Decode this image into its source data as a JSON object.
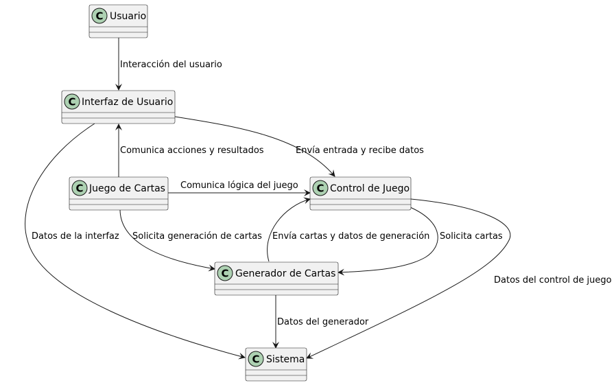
{
  "classes": {
    "usuario": {
      "name": "Usuario",
      "badge": "C"
    },
    "interfaz": {
      "name": "Interfaz de Usuario",
      "badge": "C"
    },
    "juego": {
      "name": "Juego de Cartas",
      "badge": "C"
    },
    "control": {
      "name": "Control de Juego",
      "badge": "C"
    },
    "generador": {
      "name": "Generador de Cartas",
      "badge": "C"
    },
    "sistema": {
      "name": "Sistema",
      "badge": "C"
    }
  },
  "relations": {
    "usuario_interfaz": "Interacción del usuario",
    "juego_interfaz": "Comunica acciones y resultados",
    "interfaz_control": "Envía entrada y recibe datos",
    "juego_control": "Comunica lógica del juego",
    "interfaz_sistema": "Datos de la interfaz",
    "juego_generador": "Solicita generación de cartas",
    "generador_control": "Envía cartas y datos de generación",
    "control_generador": "Solicita cartas",
    "control_sistema": "Datos del control de juego",
    "generador_sistema": "Datos del generador"
  },
  "colors": {
    "class_fill": "#f1f1f1",
    "badge_fill": "#add1b2",
    "line": "#181818"
  }
}
